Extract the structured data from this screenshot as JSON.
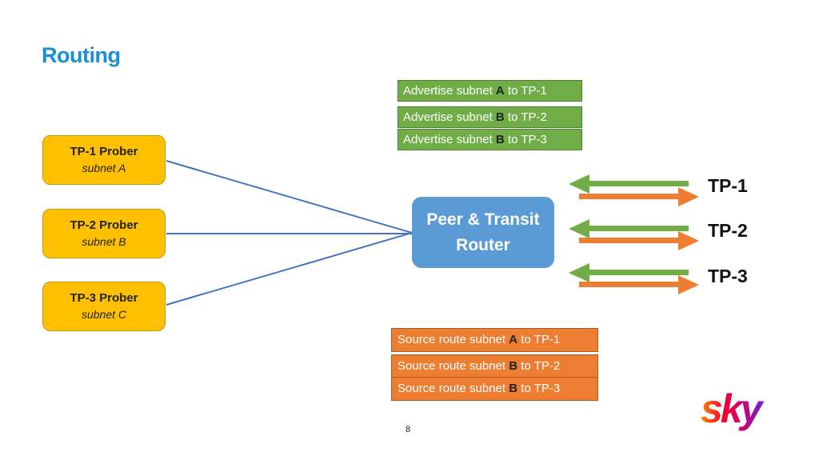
{
  "title": "Routing",
  "probers": [
    {
      "name": "TP-1 Prober",
      "subnet": "subnet A"
    },
    {
      "name": "TP-2 Prober",
      "subnet": "subnet B"
    },
    {
      "name": "TP-3 Prober",
      "subnet": "subnet C"
    }
  ],
  "router": {
    "line1": "Peer & Transit",
    "line2": "Router"
  },
  "advertise": [
    {
      "prefix": "Advertise subnet ",
      "subnet": "A",
      "suffix": " to TP-1"
    },
    {
      "prefix": "Advertise subnet ",
      "subnet": "B",
      "suffix": " to TP-2"
    },
    {
      "prefix": "Advertise subnet ",
      "subnet": "B",
      "suffix": " to TP-3"
    }
  ],
  "source_routes": [
    {
      "prefix": "Source route subnet ",
      "subnet": "A",
      "suffix": " to TP-1"
    },
    {
      "prefix": "Source route subnet ",
      "subnet": "B",
      "suffix": " to TP-2"
    },
    {
      "prefix": "Source route subnet ",
      "subnet": "B",
      "suffix": " to TP-3"
    }
  ],
  "transit_providers": [
    "TP-1",
    "TP-2",
    "TP-3"
  ],
  "page_number": "8",
  "logo": {
    "text": "sky"
  },
  "colors": {
    "prober": "#ffc000",
    "router": "#5b9bd5",
    "advertise": "#70ad47",
    "source_route": "#ed7d31",
    "connector": "#4472c4",
    "title": "#1a8fd6"
  }
}
